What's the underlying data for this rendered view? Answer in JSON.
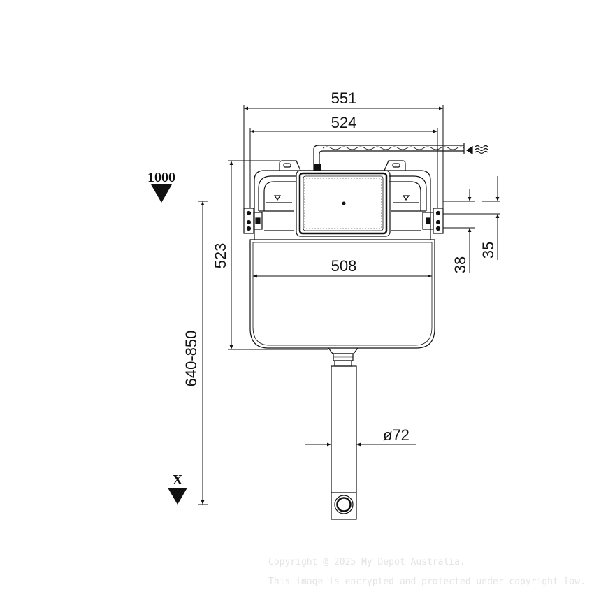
{
  "dimensions": {
    "overall_width": "551",
    "frame_width": "524",
    "tank_width": "508",
    "tank_height": "523",
    "install_height": "640-850",
    "pipe_diameter": "ø72",
    "bracket_35": "35",
    "bracket_38": "38"
  },
  "markers": {
    "floor_level": "1000",
    "outlet_height": "X"
  },
  "watermark": {
    "line1": "Copyright @ 2025 My Depot Australia.",
    "line2": "This image is encrypted and protected under copyright law."
  }
}
